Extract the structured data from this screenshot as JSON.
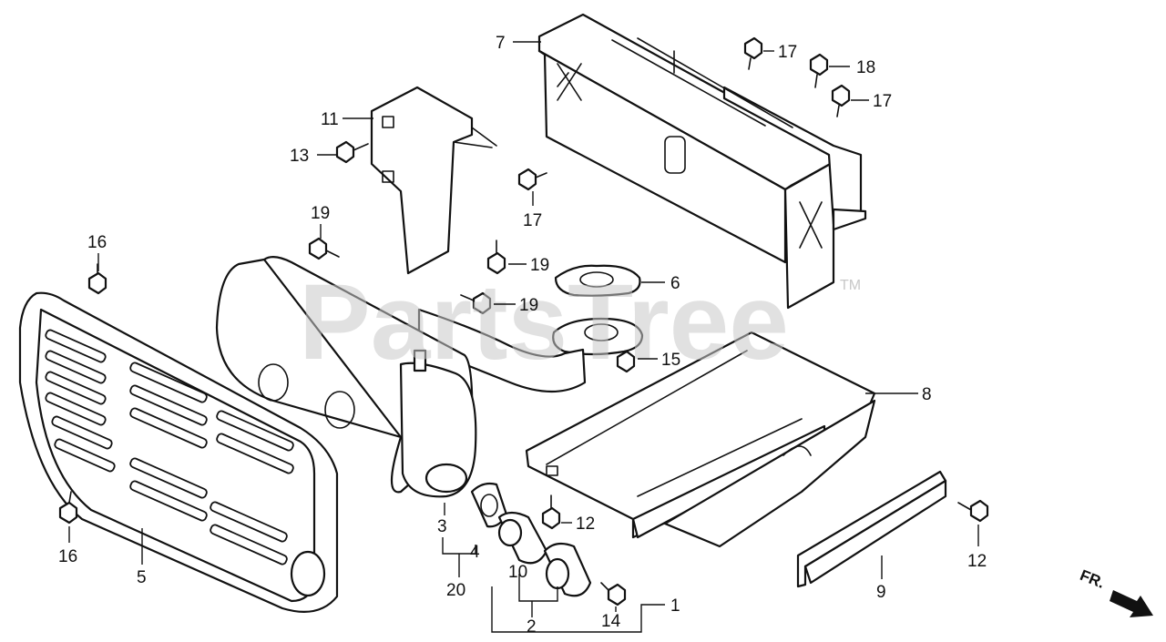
{
  "watermark": {
    "text": "PartsTree",
    "trademark": "TM"
  },
  "direction_indicator": {
    "label": "FR."
  },
  "callouts": [
    {
      "id": "c1",
      "label": "1"
    },
    {
      "id": "c2",
      "label": "2"
    },
    {
      "id": "c3",
      "label": "3"
    },
    {
      "id": "c4",
      "label": "4"
    },
    {
      "id": "c5",
      "label": "5"
    },
    {
      "id": "c6",
      "label": "6"
    },
    {
      "id": "c7",
      "label": "7"
    },
    {
      "id": "c8",
      "label": "8"
    },
    {
      "id": "c9",
      "label": "9"
    },
    {
      "id": "c10",
      "label": "10"
    },
    {
      "id": "c11",
      "label": "11"
    },
    {
      "id": "c12a",
      "label": "12"
    },
    {
      "id": "c12b",
      "label": "12"
    },
    {
      "id": "c13",
      "label": "13"
    },
    {
      "id": "c14",
      "label": "14"
    },
    {
      "id": "c15",
      "label": "15"
    },
    {
      "id": "c16a",
      "label": "16"
    },
    {
      "id": "c16b",
      "label": "16"
    },
    {
      "id": "c17a",
      "label": "17"
    },
    {
      "id": "c17b",
      "label": "17"
    },
    {
      "id": "c17c",
      "label": "17"
    },
    {
      "id": "c18",
      "label": "18"
    },
    {
      "id": "c19a",
      "label": "19"
    },
    {
      "id": "c19b",
      "label": "19"
    },
    {
      "id": "c19c",
      "label": "19"
    },
    {
      "id": "c20",
      "label": "20"
    }
  ],
  "colors": {
    "line": "#111111",
    "watermark": "#c8c8c8",
    "background": "#ffffff"
  }
}
